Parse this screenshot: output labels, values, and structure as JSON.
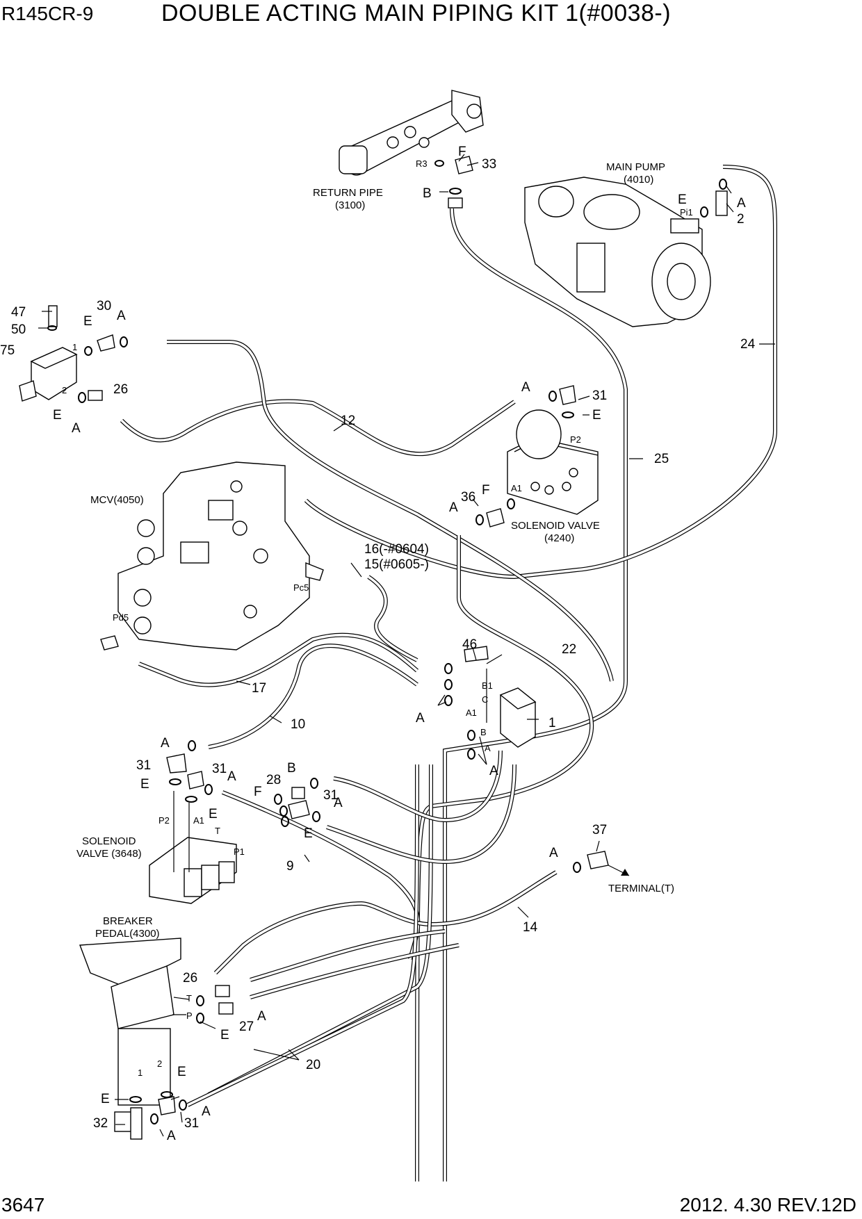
{
  "header": {
    "model": "R145CR-9",
    "title": "DOUBLE ACTING MAIN PIPING KIT 1(#0038-)"
  },
  "footer": {
    "page_number": "3647",
    "revision": "2012. 4.30  REV.12D"
  },
  "components": {
    "return_pipe": [
      "RETURN PIPE",
      "(3100)"
    ],
    "main_pump": [
      "MAIN PUMP",
      "(4010)"
    ],
    "mcv": "MCV(4050)",
    "solenoid_valve_4240": [
      "SOLENOID VALVE",
      "(4240)"
    ],
    "solenoid_valve_3648": [
      "SOLENOID",
      "VALVE (3648)"
    ],
    "breaker_pedal": [
      "BREAKER",
      "PEDAL(4300)"
    ],
    "terminal": "TERMINAL(T)"
  },
  "part_numbers": {
    "p1": "1",
    "p2": "2",
    "p9": "9",
    "p10": "10",
    "p12": "12",
    "p14": "14",
    "p15": "15(#0605-)",
    "p16": "16(-#0604)",
    "p17": "17",
    "p20": "20",
    "p22": "22",
    "p24": "24",
    "p25": "25",
    "p26": "26",
    "p27": "27",
    "p28": "28",
    "p30": "30",
    "p31": "31",
    "p32": "32",
    "p33": "33",
    "p36": "36",
    "p37": "37",
    "p46": "46",
    "p47": "47",
    "p50": "50",
    "p75": "75"
  },
  "letters": {
    "A": "A",
    "B": "B",
    "E": "E",
    "F": "F"
  },
  "ports": {
    "R3": "R3",
    "Pi1": "Pi1",
    "P2": "P2",
    "A1": "A1",
    "Pc5": "Pc5",
    "Pd5": "Pd5",
    "B1": "B1",
    "C": "C",
    "B": "B",
    "A": "A",
    "T": "T",
    "P1": "P1",
    "P": "P",
    "one": "1",
    "two": "2"
  }
}
